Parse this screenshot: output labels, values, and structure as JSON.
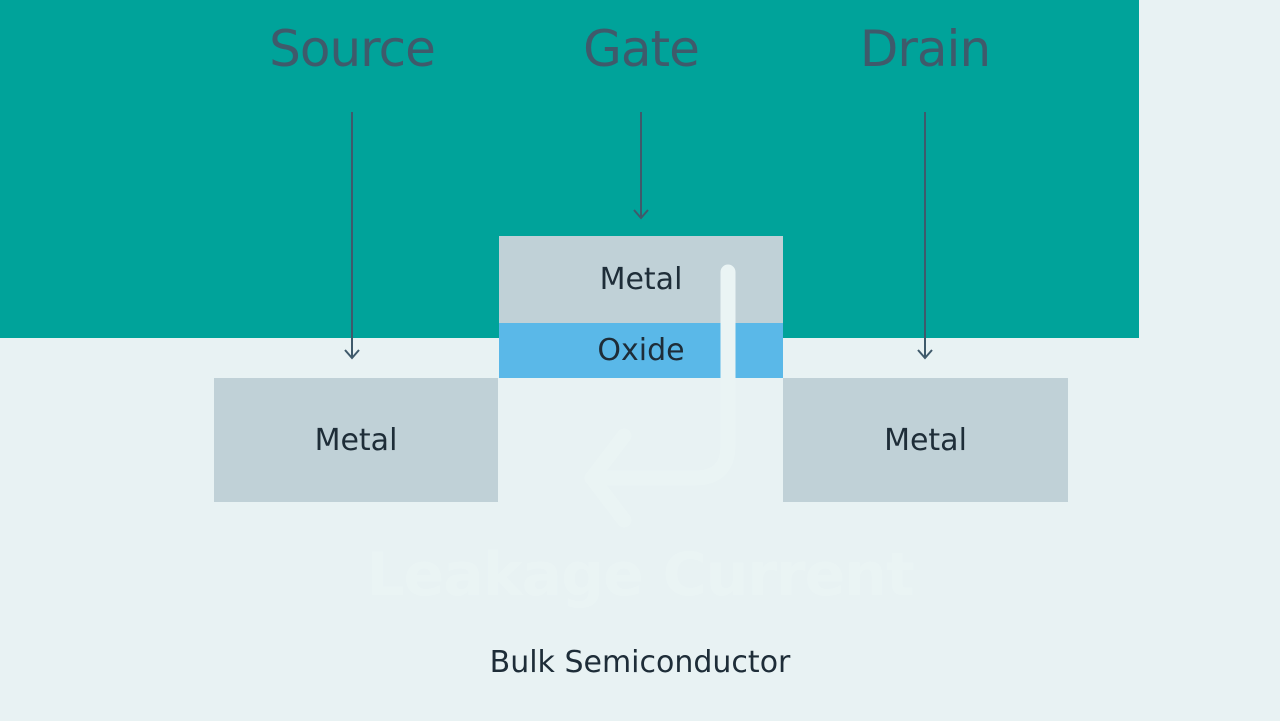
{
  "diagram": {
    "title": "Leakage Current",
    "terminals": [
      {
        "id": "source",
        "label": "Source"
      },
      {
        "id": "gate",
        "label": "Gate"
      },
      {
        "id": "drain",
        "label": "Drain"
      }
    ],
    "layers": {
      "source_metal": "Metal",
      "gate_metal": "Metal",
      "gate_oxide": "Oxide",
      "drain_metal": "Metal",
      "bulk": "Bulk Semiconductor"
    },
    "annotation": "Leakage Current",
    "colors": {
      "background": "#e8f2f3",
      "bulk": "#00a39a",
      "metal": "#c0d1d7",
      "oxide": "#5ab8e8",
      "label_text": "#3f5a6b",
      "leakage_arrow": "#eaf4f4"
    },
    "icons": {
      "terminal_arrow": "arrow-down-icon",
      "leakage_arrow": "curved-arrow-left-icon"
    }
  }
}
